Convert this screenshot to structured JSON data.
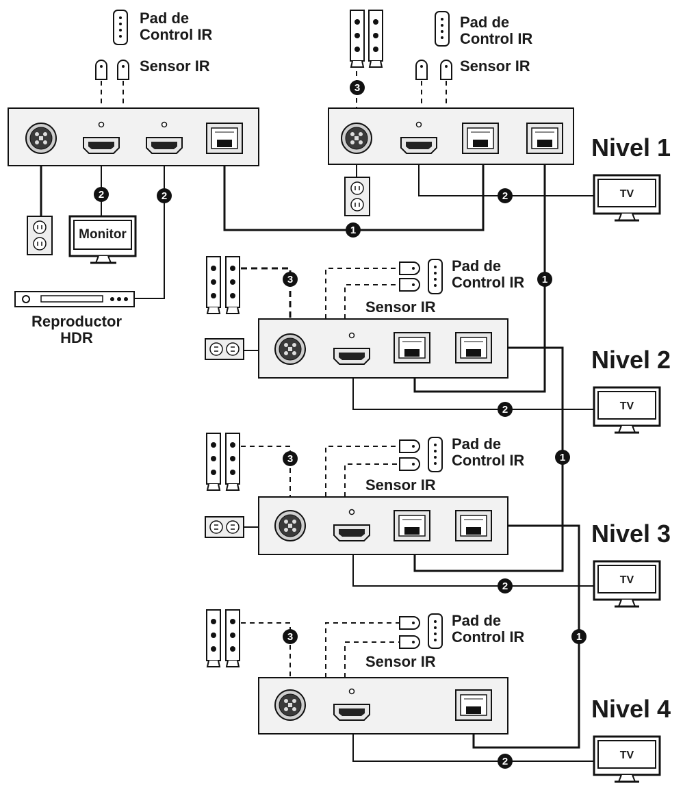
{
  "labels": {
    "ir_pad": "Pad de\nControl IR",
    "ir_sensor": "Sensor IR",
    "monitor": "Monitor",
    "tv": "TV",
    "player": "Reproductor\nHDR",
    "level1": "Nivel 1",
    "level2": "Nivel 2",
    "level3": "Nivel 3",
    "level4": "Nivel 4"
  },
  "badges": {
    "b1": "1",
    "b2": "2",
    "b3": "3"
  }
}
